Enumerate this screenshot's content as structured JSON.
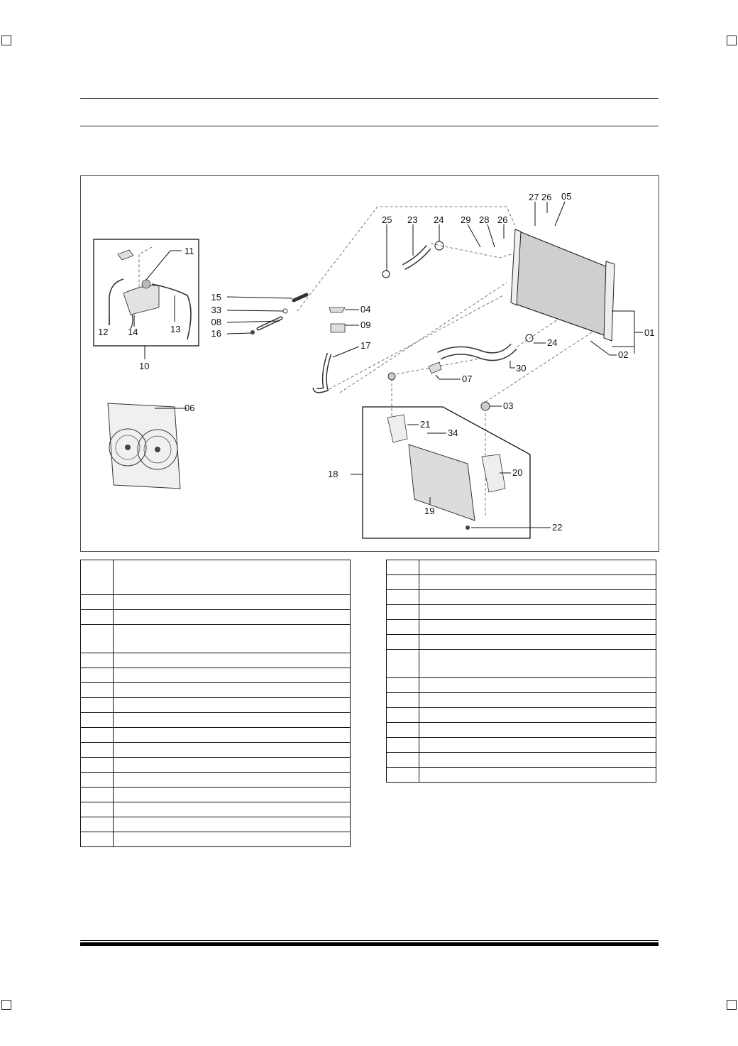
{
  "figure": {
    "callouts": [
      "01",
      "02",
      "03",
      "04",
      "05",
      "06",
      "07",
      "08",
      "09",
      "10",
      "11",
      "12",
      "13",
      "14",
      "15",
      "16",
      "17",
      "18",
      "19",
      "20",
      "21",
      "22",
      "23",
      "24",
      "24",
      "25",
      "26",
      "26",
      "27",
      "28",
      "29",
      "30",
      "33",
      "34"
    ]
  },
  "parts_table_left": {
    "rows": [
      {
        "num": "",
        "desc": ""
      },
      {
        "num": "",
        "desc": ""
      },
      {
        "num": "",
        "desc": ""
      },
      {
        "num": "",
        "desc": ""
      },
      {
        "num": "",
        "desc": ""
      },
      {
        "num": "",
        "desc": ""
      },
      {
        "num": "",
        "desc": ""
      },
      {
        "num": "",
        "desc": ""
      },
      {
        "num": "",
        "desc": ""
      },
      {
        "num": "",
        "desc": ""
      },
      {
        "num": "",
        "desc": ""
      },
      {
        "num": "",
        "desc": ""
      },
      {
        "num": "",
        "desc": ""
      },
      {
        "num": "",
        "desc": ""
      },
      {
        "num": "",
        "desc": ""
      },
      {
        "num": "",
        "desc": ""
      },
      {
        "num": "",
        "desc": ""
      }
    ]
  },
  "parts_table_right": {
    "rows": [
      {
        "num": "",
        "desc": ""
      },
      {
        "num": "",
        "desc": ""
      },
      {
        "num": "",
        "desc": ""
      },
      {
        "num": "",
        "desc": ""
      },
      {
        "num": "",
        "desc": ""
      },
      {
        "num": "",
        "desc": ""
      },
      {
        "num": "",
        "desc": ""
      },
      {
        "num": "",
        "desc": ""
      },
      {
        "num": "",
        "desc": ""
      },
      {
        "num": "",
        "desc": ""
      },
      {
        "num": "",
        "desc": ""
      },
      {
        "num": "",
        "desc": ""
      },
      {
        "num": "",
        "desc": ""
      },
      {
        "num": "",
        "desc": ""
      }
    ]
  }
}
